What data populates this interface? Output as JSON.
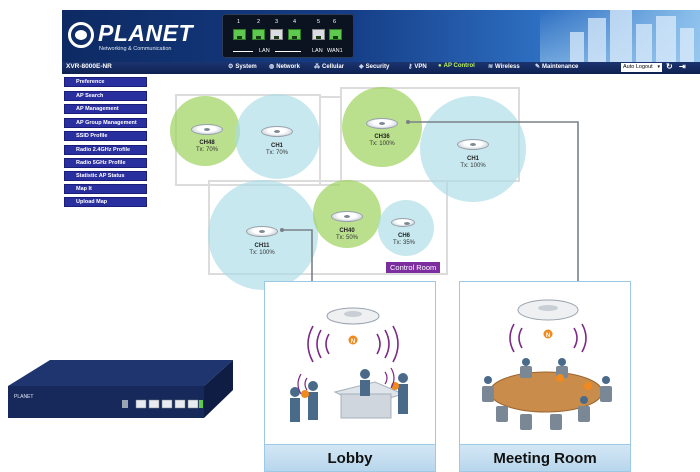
{
  "brand": {
    "name": "PLANET",
    "tagline": "Networking & Communication"
  },
  "header": {
    "port_numbers": [
      "1",
      "2",
      "3",
      "4",
      "5",
      "6"
    ],
    "lan_label": "LAN",
    "lan_label_2": "LAN",
    "wan_label": "WAN1"
  },
  "menubar": {
    "model": "XVR-8000E-NR",
    "items": [
      {
        "label": "System",
        "icon": "gear-icon"
      },
      {
        "label": "Network",
        "icon": "network-icon"
      },
      {
        "label": "Cellular",
        "icon": "cellular-icon"
      },
      {
        "label": "Security",
        "icon": "shield-icon"
      },
      {
        "label": "VPN",
        "icon": "key-icon"
      },
      {
        "label": "AP Control",
        "icon": "ap-control-icon"
      },
      {
        "label": "Wireless",
        "icon": "wifi-icon"
      },
      {
        "label": "Maintenance",
        "icon": "wrench-icon"
      }
    ],
    "logout_select": "Auto Logout",
    "refresh_icon": "refresh-icon",
    "exit_icon": "exit-icon"
  },
  "sidebar": {
    "items": [
      {
        "label": "Preference"
      },
      {
        "label": "AP Search"
      },
      {
        "label": "AP Management"
      },
      {
        "label": "AP Group Management"
      },
      {
        "label": "SSID Profile"
      },
      {
        "label": "Radio 2.4GHz Profile"
      },
      {
        "label": "Radio 5GHz Profile"
      },
      {
        "label": "Statistic AP Status"
      },
      {
        "label": "Map It"
      },
      {
        "label": "Upload Map"
      }
    ]
  },
  "floorplan": {
    "aps": [
      {
        "channel": "CH48",
        "tx": "Tx: 70%",
        "color": "#9cd35c"
      },
      {
        "channel": "CH1",
        "tx": "Tx: 70%",
        "color": "#a9dbe6"
      },
      {
        "channel": "CH36",
        "tx": "Tx: 100%",
        "color": "#9cd35c"
      },
      {
        "channel": "CH1",
        "tx": "Tx: 100%",
        "color": "#a9dbe6"
      },
      {
        "channel": "CH11",
        "tx": "Tx: 100%",
        "color": "#a9dbe6"
      },
      {
        "channel": "CH40",
        "tx": "Tx: 50%",
        "color": "#9cd35c"
      },
      {
        "channel": "CH6",
        "tx": "Tx: 35%",
        "color": "#a9dbe6"
      }
    ],
    "control_room": "Control Room"
  },
  "panels": {
    "lobby": "Lobby",
    "meeting_room": "Meeting Room"
  },
  "colors": {
    "header_dark": "#0d2a63",
    "menu_active": "#b6f064",
    "sidebar_button": "#2a2fa0",
    "coverage_green": "#9cd35c",
    "coverage_blue": "#a9dbe6",
    "control_room": "#7c2ea0"
  }
}
